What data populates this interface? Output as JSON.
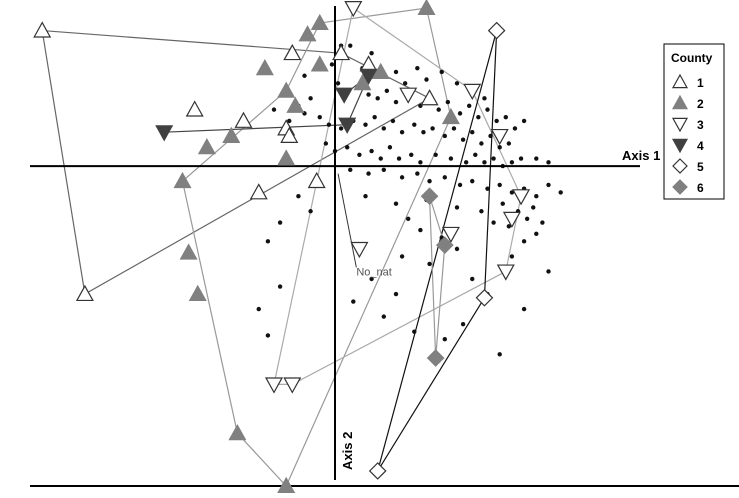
{
  "chart_data": {
    "type": "scatter",
    "subtype": "ordination biplot",
    "xlabel": "Axis 1",
    "ylabel": "Axis 2",
    "xlim": [
      -1.0,
      1.0
    ],
    "ylim": [
      -0.85,
      0.42
    ],
    "grid": false,
    "legend": {
      "title": "County",
      "placement": "top-right",
      "entries": [
        {
          "label": "1",
          "marker": "triangle-up-open",
          "color": "#555555"
        },
        {
          "label": "2",
          "marker": "triangle-up-filled",
          "color": "#808080"
        },
        {
          "label": "3",
          "marker": "triangle-down-open",
          "color": "#888888"
        },
        {
          "label": "4",
          "marker": "triangle-down-filled",
          "color": "#404040"
        },
        {
          "label": "5",
          "marker": "diamond-open",
          "color": "#111111"
        },
        {
          "label": "6",
          "marker": "diamond-filled",
          "color": "#808080"
        }
      ]
    },
    "annotations": [
      {
        "text": "No_nat",
        "x": 0.07,
        "y": -0.28
      }
    ],
    "species_points": [
      [
        0.05,
        0.32
      ],
      [
        0.12,
        0.3
      ],
      [
        0.2,
        0.25
      ],
      [
        0.27,
        0.26
      ],
      [
        0.3,
        0.23
      ],
      [
        0.35,
        0.25
      ],
      [
        0.4,
        0.22
      ],
      [
        0.01,
        0.22
      ],
      [
        0.03,
        0.2
      ],
      [
        0.08,
        0.21
      ],
      [
        0.11,
        0.19
      ],
      [
        0.14,
        0.18
      ],
      [
        0.17,
        0.2
      ],
      [
        0.2,
        0.17
      ],
      [
        0.24,
        0.18
      ],
      [
        0.28,
        0.16
      ],
      [
        0.31,
        0.17
      ],
      [
        0.34,
        0.15
      ],
      [
        0.37,
        0.17
      ],
      [
        0.41,
        0.14
      ],
      [
        0.44,
        0.16
      ],
      [
        0.47,
        0.13
      ],
      [
        0.5,
        0.15
      ],
      [
        0.53,
        0.12
      ],
      [
        0.56,
        0.13
      ],
      [
        0.59,
        0.1
      ],
      [
        0.62,
        0.12
      ],
      [
        -0.08,
        0.18
      ],
      [
        -0.12,
        0.16
      ],
      [
        -0.16,
        0.19
      ],
      [
        -0.2,
        0.15
      ],
      [
        -0.15,
        0.12
      ],
      [
        -0.1,
        0.14
      ],
      [
        -0.05,
        0.13
      ],
      [
        -0.02,
        0.11
      ],
      [
        0.02,
        0.1
      ],
      [
        0.06,
        0.12
      ],
      [
        0.1,
        0.11
      ],
      [
        0.13,
        0.13
      ],
      [
        0.16,
        0.1
      ],
      [
        0.19,
        0.12
      ],
      [
        0.22,
        0.09
      ],
      [
        0.26,
        0.11
      ],
      [
        0.29,
        0.09
      ],
      [
        0.32,
        0.1
      ],
      [
        0.36,
        0.08
      ],
      [
        0.39,
        0.1
      ],
      [
        0.42,
        0.07
      ],
      [
        0.45,
        0.09
      ],
      [
        0.48,
        0.06
      ],
      [
        0.51,
        0.08
      ],
      [
        0.54,
        0.05
      ],
      [
        0.57,
        0.06
      ],
      [
        -0.03,
        0.06
      ],
      [
        0.0,
        0.04
      ],
      [
        0.04,
        0.05
      ],
      [
        0.08,
        0.03
      ],
      [
        0.12,
        0.04
      ],
      [
        0.15,
        0.02
      ],
      [
        0.18,
        0.05
      ],
      [
        0.21,
        0.02
      ],
      [
        0.25,
        0.03
      ],
      [
        0.28,
        0.01
      ],
      [
        0.33,
        0.03
      ],
      [
        0.38,
        0.02
      ],
      [
        0.43,
        0.01
      ],
      [
        0.46,
        0.03
      ],
      [
        0.49,
        0.01
      ],
      [
        0.52,
        0.02
      ],
      [
        0.55,
        0.0
      ],
      [
        0.58,
        0.01
      ],
      [
        0.61,
        0.02
      ],
      [
        0.66,
        0.02
      ],
      [
        0.7,
        0.01
      ],
      [
        0.05,
        -0.01
      ],
      [
        0.11,
        -0.02
      ],
      [
        0.16,
        -0.01
      ],
      [
        0.22,
        -0.03
      ],
      [
        0.27,
        -0.02
      ],
      [
        0.31,
        -0.04
      ],
      [
        0.36,
        -0.03
      ],
      [
        0.41,
        -0.05
      ],
      [
        0.45,
        -0.04
      ],
      [
        0.5,
        -0.06
      ],
      [
        0.54,
        -0.05
      ],
      [
        0.58,
        -0.07
      ],
      [
        0.62,
        -0.06
      ],
      [
        0.66,
        -0.08
      ],
      [
        0.7,
        -0.05
      ],
      [
        0.74,
        -0.07
      ],
      [
        0.1,
        -0.08
      ],
      [
        0.2,
        -0.1
      ],
      [
        0.3,
        -0.09
      ],
      [
        0.4,
        -0.11
      ],
      [
        0.48,
        -0.12
      ],
      [
        0.55,
        -0.1
      ],
      [
        0.6,
        -0.12
      ],
      [
        0.65,
        -0.11
      ],
      [
        0.52,
        -0.15
      ],
      [
        0.57,
        -0.16
      ],
      [
        0.63,
        -0.14
      ],
      [
        0.68,
        -0.15
      ],
      [
        -0.12,
        -0.08
      ],
      [
        -0.18,
        -0.15
      ],
      [
        -0.22,
        -0.2
      ],
      [
        -0.08,
        -0.12
      ],
      [
        0.24,
        -0.14
      ],
      [
        0.28,
        -0.17
      ],
      [
        0.35,
        -0.19
      ],
      [
        0.22,
        -0.24
      ],
      [
        0.31,
        -0.26
      ],
      [
        0.4,
        -0.22
      ],
      [
        0.45,
        -0.3
      ],
      [
        0.5,
        -0.34
      ],
      [
        0.58,
        -0.24
      ],
      [
        0.62,
        -0.2
      ],
      [
        0.66,
        -0.18
      ],
      [
        0.12,
        -0.3
      ],
      [
        0.2,
        -0.34
      ],
      [
        0.16,
        -0.4
      ],
      [
        0.06,
        -0.36
      ],
      [
        -0.18,
        -0.32
      ],
      [
        -0.25,
        -0.38
      ],
      [
        -0.22,
        -0.45
      ],
      [
        0.26,
        -0.44
      ],
      [
        0.42,
        -0.42
      ],
      [
        0.54,
        -0.5
      ],
      [
        0.62,
        -0.38
      ],
      [
        0.7,
        -0.28
      ],
      [
        0.36,
        -0.46
      ],
      [
        0.02,
        0.32
      ],
      [
        -0.1,
        0.24
      ],
      [
        -0.01,
        0.27
      ],
      [
        0.09,
        0.26
      ],
      [
        0.15,
        0.24
      ],
      [
        0.23,
        0.22
      ],
      [
        0.45,
        0.2
      ],
      [
        0.49,
        0.18
      ]
    ],
    "series": [
      {
        "name": "1",
        "marker": "triangle-up-open",
        "line": "#666666",
        "points": [
          [
            -0.96,
            0.36
          ],
          [
            0.02,
            0.3
          ],
          [
            -0.82,
            -0.34
          ],
          [
            -0.46,
            0.15
          ],
          [
            -0.3,
            0.12
          ],
          [
            -0.16,
            0.1
          ],
          [
            -0.15,
            0.08
          ],
          [
            -0.25,
            -0.07
          ],
          [
            -0.06,
            -0.04
          ],
          [
            0.31,
            0.18
          ],
          [
            0.11,
            0.27
          ],
          [
            -0.14,
            0.3
          ]
        ],
        "hull": [
          [
            -0.96,
            0.36
          ],
          [
            0.02,
            0.3
          ],
          [
            0.31,
            0.18
          ],
          [
            -0.82,
            -0.34
          ],
          [
            -0.96,
            0.36
          ]
        ]
      },
      {
        "name": "2",
        "marker": "triangle-up-filled",
        "line": "#999999",
        "points": [
          [
            0.3,
            0.42
          ],
          [
            -0.05,
            0.38
          ],
          [
            -0.09,
            0.35
          ],
          [
            -0.23,
            0.26
          ],
          [
            -0.16,
            0.2
          ],
          [
            -0.05,
            0.27
          ],
          [
            -0.13,
            0.16
          ],
          [
            -0.34,
            0.08
          ],
          [
            -0.42,
            0.05
          ],
          [
            -0.16,
            0.02
          ],
          [
            -0.5,
            -0.04
          ],
          [
            -0.48,
            -0.23
          ],
          [
            -0.45,
            -0.34
          ],
          [
            -0.32,
            -0.71
          ],
          [
            -0.16,
            -0.85
          ],
          [
            0.15,
            0.25
          ],
          [
            0.38,
            0.13
          ],
          [
            0.09,
            0.22
          ]
        ],
        "hull": [
          [
            -0.05,
            0.38
          ],
          [
            0.3,
            0.42
          ],
          [
            0.38,
            0.13
          ],
          [
            -0.16,
            -0.85
          ],
          [
            -0.32,
            -0.71
          ],
          [
            -0.5,
            -0.04
          ],
          [
            -0.16,
            0.2
          ],
          [
            -0.05,
            0.38
          ]
        ]
      },
      {
        "name": "3",
        "marker": "triangle-down-open",
        "line": "#aaaaaa",
        "points": [
          [
            0.06,
            0.42
          ],
          [
            0.45,
            0.2
          ],
          [
            0.61,
            -0.08
          ],
          [
            0.38,
            -0.18
          ],
          [
            0.54,
            0.08
          ],
          [
            0.58,
            -0.14
          ],
          [
            0.56,
            -0.28
          ],
          [
            0.08,
            -0.22
          ],
          [
            -0.2,
            -0.58
          ],
          [
            -0.14,
            -0.58
          ],
          [
            0.24,
            0.19
          ]
        ],
        "hull": [
          [
            0.06,
            0.42
          ],
          [
            0.45,
            0.2
          ],
          [
            0.61,
            -0.08
          ],
          [
            0.56,
            -0.28
          ],
          [
            -0.14,
            -0.58
          ],
          [
            -0.2,
            -0.58
          ],
          [
            0.06,
            0.42
          ]
        ]
      },
      {
        "name": "4",
        "marker": "triangle-down-filled",
        "line": "#444444",
        "points": [
          [
            -0.56,
            0.09
          ],
          [
            0.04,
            0.11
          ],
          [
            0.03,
            0.19
          ],
          [
            0.11,
            0.24
          ]
        ],
        "hull": [
          [
            -0.56,
            0.09
          ],
          [
            0.04,
            0.11
          ],
          [
            0.11,
            0.24
          ],
          [
            0.03,
            0.19
          ]
        ]
      },
      {
        "name": "5",
        "marker": "diamond-open",
        "line": "#111111",
        "points": [
          [
            0.53,
            0.36
          ],
          [
            0.49,
            -0.35
          ],
          [
            0.14,
            -0.81
          ]
        ],
        "hull": [
          [
            0.53,
            0.36
          ],
          [
            0.49,
            -0.35
          ],
          [
            0.14,
            -0.81
          ],
          [
            0.53,
            0.36
          ]
        ]
      },
      {
        "name": "6",
        "marker": "diamond-filled",
        "line": "#999999",
        "points": [
          [
            0.31,
            -0.08
          ],
          [
            0.36,
            -0.21
          ],
          [
            0.33,
            -0.51
          ]
        ],
        "hull": [
          [
            0.31,
            -0.08
          ],
          [
            0.36,
            -0.21
          ],
          [
            0.33,
            -0.51
          ],
          [
            0.31,
            -0.08
          ]
        ]
      }
    ]
  }
}
